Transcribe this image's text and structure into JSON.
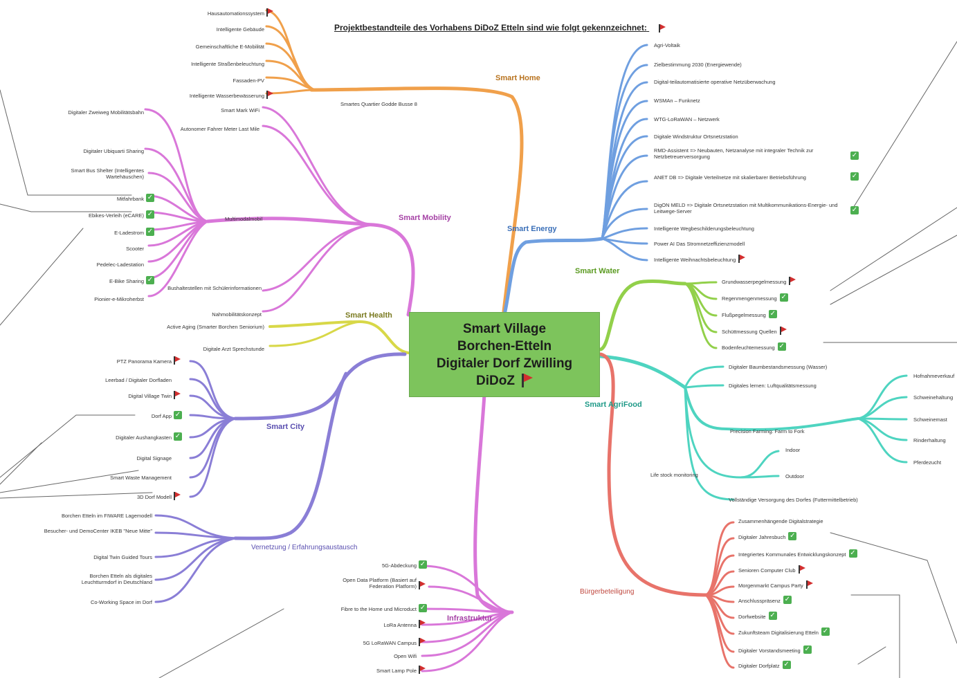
{
  "title": "Projektbestandteile des Vorhabens DiDoZ Etteln sind wie folgt gekennzeichnet:",
  "center": {
    "lines": [
      "Smart Village",
      "Borchen-Etteln",
      "Digitaler Dorf Zwilling",
      "DiDoZ"
    ]
  },
  "branches": {
    "smart_home": {
      "label": "Smart Home",
      "color": "#f0a04b"
    },
    "smart_mobility": {
      "label": "Smart Mobility",
      "color": "#d977d9"
    },
    "smart_health": {
      "label": "Smart Health",
      "color": "#d8d848"
    },
    "smart_city": {
      "label": "Smart City",
      "color": "#8a7ed6"
    },
    "vernetzung": {
      "label": "Vernetzung / Erfahrungsaustausch",
      "color": "#8a7ed6"
    },
    "infrastruktur": {
      "label": "Infrastruktur",
      "color": "#d977d9"
    },
    "smart_energy": {
      "label": "Smart Energy",
      "color": "#6f9fe0"
    },
    "smart_water": {
      "label": "Smart Water",
      "color": "#92d04a"
    },
    "smart_agrifood": {
      "label": "Smart AgriFood",
      "color": "#4ed4c0"
    },
    "buergerbeteiligung": {
      "label": "Bürgerbeteiligung",
      "color": "#e8736a"
    }
  },
  "smart_home_sub": "Smartes Quartier Godde Busse 8",
  "smart_mobility_sub": "Multimodalmobil",
  "agrifood_sub1": "Precision Farming: Farm to Fork",
  "agrifood_sub2": "Life stock monitoring",
  "leaves": {
    "home": [
      "Hausautomationssystem",
      "Intelligente Gebäude",
      "Gemeinschaftliche E-Mobilität",
      "Intelligente Straßenbeleuchtung",
      "Fassaden-PV",
      "Intelligente Wasserbewässerung"
    ],
    "mobility_top": [
      "Smart Mark WiFi",
      "Autonomer Fahrer Meter Last Mile"
    ],
    "mobility": [
      "Digitaler Zweiweg Mobilitätsbahn",
      "Digitaler Ubiquarti Sharing",
      "Smart Bus Shelter (Intelligentes Wartehäuschen)",
      "Mitfahrbank",
      "Ebikes-Verleih (eCARE)",
      "E-Ladestrom",
      "Scooter",
      "Pedelec-Ladestation",
      "E-Bike Sharing",
      "Pionier-e-Mikroherbst"
    ],
    "mobility_low": [
      "Bushaltestellen mit Schülerinformationen",
      "Nahmobilitätskonzept"
    ],
    "health": [
      "Active Aging (Smarter Borchen Seniorium)",
      "Digitale Arzt Sprechstunde"
    ],
    "city": [
      "PTZ Panorama Kamera",
      "Leerbad / Digitaler Dorfladen",
      "Digital Village Twin",
      "Dorf App",
      "Digitaler Aushangkasten",
      "Digital Signage",
      "Smart Waste Management",
      "3D Dorf Modell"
    ],
    "vernetzung": [
      "Borchen Etteln im FIWARE Lagemodell",
      "Besucher- und DemoCenter IKEB \"Neue Mitte\"",
      "Digital Twin Guided Tours",
      "Borchen Etteln als digitales Leuchtturmdorf in Deutschland",
      "Co-Working Space im Dorf"
    ],
    "infra": [
      "5G-Abdeckung",
      "Open Data Platform (Basiert auf Federation Platform)",
      "Fibre to the Home und Microduct",
      "LoRa Antenna",
      "5G LoRaWAN Campus",
      "Open Wifi",
      "Smart Lamp Pole"
    ],
    "energy": [
      "Agri-Voltaik",
      "Zielbestimmung 2030 (Energiewende)",
      "Digital-teilautomatisierte operative Netzüberwachung",
      "WSMAn – Funknetz",
      "WTG-LoRaWAN – Netzwerk",
      "Digitale Windstruktur Ortsnetzstation",
      "RMD-Assistent => Neubauten, Netzanalyse mit integraler Technik zur Netzbetreuerversorgung",
      "ANET DB => Digitale Verteilnetze mit skalierbarer Betriebsführung",
      "DigON MELD => Digitale Ortsnetzstation mit Multikommunikations-Energie- und Leitwege-Server",
      "Intelligente Wegbeschilderungsbeleuchtung",
      "Power AI Das Stromnetzeffizienzmodell",
      "Intelligente Weihnachtsbeleuchtung"
    ],
    "water": [
      "Grundwasserpegelmessung",
      "Regenmengenmessung",
      "Flußpegelmessung",
      "Schüttmessung Quellen",
      "Bodenfeuchtemessung"
    ],
    "agrifood": [
      "Digitaler Baumbestandsmessung (Wasser)",
      "Digitales lernen: Luftqualitätsmessung",
      "Vollständige Versorgung des Dorfes (Futtermittelbetrieb)"
    ],
    "agrifood_far": [
      "Hofnahmeverkauf",
      "Schweinehaltung",
      "Schweinemast",
      "Rinderhaltung",
      "Pferdezucht"
    ],
    "livestock": [
      "Indoor",
      "Outdoor"
    ],
    "buerger": [
      "Zusammenhängende Digitalstrategie",
      "Digitaler Jahresbuch",
      "Integriertes Kommunales Entwicklungskonzept",
      "Senioren Computer Club",
      "Morgenmarkt Campus Party",
      "Anschlusspräsenz",
      "Dorfwebsite",
      "Zukunftsteam Digitalisierung Etteln",
      "Digitaler Vorstandsmeeting",
      "Digitaler Dorfplatz"
    ]
  }
}
